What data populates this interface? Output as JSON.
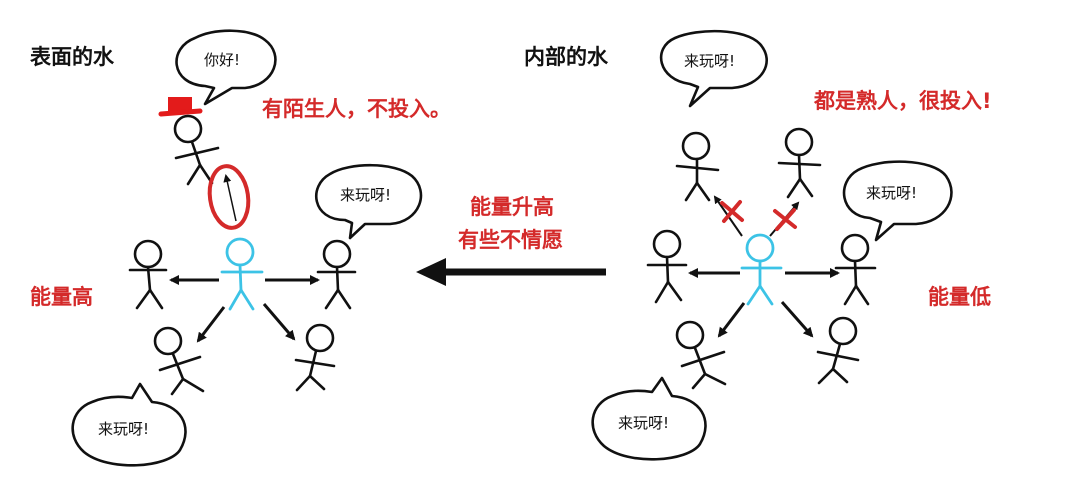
{
  "left_panel": {
    "title": "表面的水",
    "energy_label": "能量高",
    "stranger_note": "有陌生人，不投入。",
    "stranger_bubble": "你好!",
    "right_bubble": "来玩呀!",
    "bottom_bubble": "来玩呀!"
  },
  "middle": {
    "line1": "能量升高",
    "line2": "有些不情愿"
  },
  "right_panel": {
    "title": "内部的水",
    "energy_label": "能量低",
    "acquaintance_note": "都是熟人，很投入!",
    "top_bubble": "来玩呀!",
    "right_bubble": "来玩呀!",
    "bottom_bubble": "来玩呀!"
  },
  "colors": {
    "center_figure": "#3cc3e6",
    "accent_red": "#d42a2a",
    "ink": "#111111"
  }
}
